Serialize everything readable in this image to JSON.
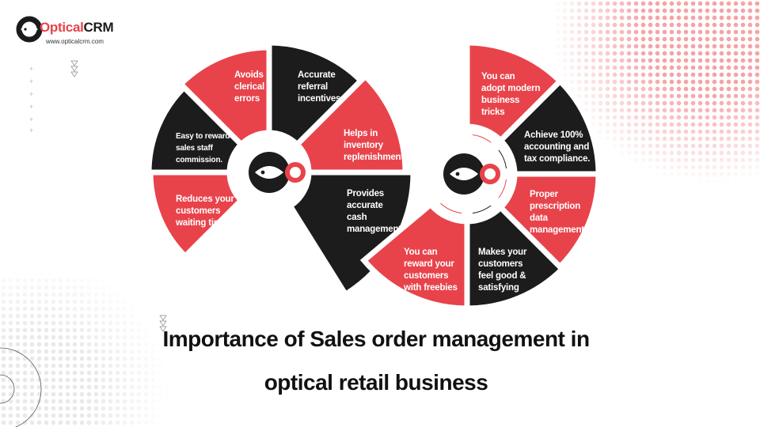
{
  "brand": {
    "name_part1": "Optical",
    "name_part2": "CRM",
    "url": "www.opticalcrm.com"
  },
  "colors": {
    "red": "#e8434b",
    "black": "#1c1c1c",
    "dots_pink": "#f6a3a5"
  },
  "segments_left": [
    {
      "label": "Reduces your\ncustomers\nwaiting time",
      "color": "red"
    },
    {
      "label": "Easy to reward\nsales staff\ncommission.",
      "color": "black"
    },
    {
      "label": "Avoids\nclerical\nerrors",
      "color": "red"
    },
    {
      "label": "Accurate\nreferral\nincentives.",
      "color": "black"
    },
    {
      "label": "Helps in\ninventory\nreplenishment.",
      "color": "red"
    },
    {
      "label": "Provides\naccurate\ncash\nmanagement",
      "color": "black"
    }
  ],
  "segments_right": [
    {
      "label": "You can\nreward your\ncustomers\nwith freebies",
      "color": "red"
    },
    {
      "label": "Makes your\ncustomers\nfeel good &\nsatisfying",
      "color": "black"
    },
    {
      "label": "Proper\nprescription\ndata\nmanagement",
      "color": "red"
    },
    {
      "label": "Achieve 100%\naccounting and\ntax compliance.",
      "color": "black"
    },
    {
      "label": "You can\nadopt modern\nbusiness\ntricks",
      "color": "red"
    }
  ],
  "title": {
    "line1": "Importance of Sales order management in",
    "line2": "optical retail business"
  }
}
